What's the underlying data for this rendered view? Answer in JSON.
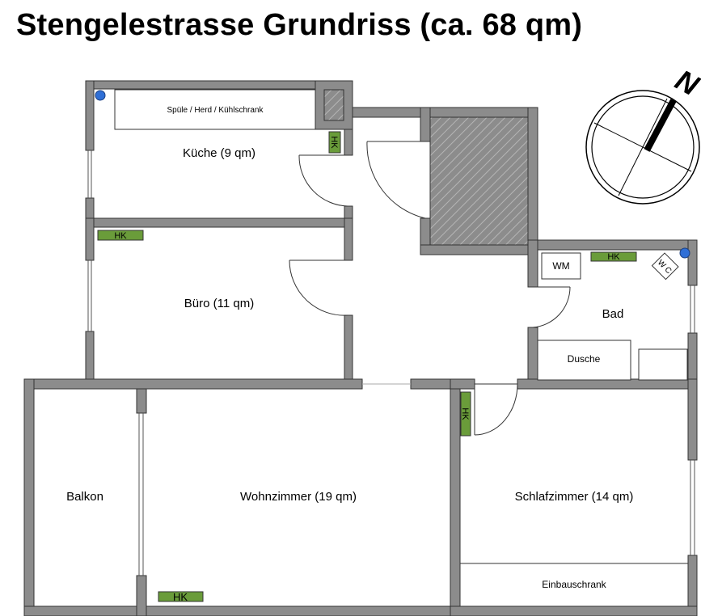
{
  "title": "Stengelestrasse Grundriss (ca. 68 qm)",
  "colors": {
    "wall": "#8c8c8c",
    "wall_outline": "#333333",
    "radiator": "#6a9c3a",
    "pipe": "#2f6fd6",
    "hatch": "#8c8c8c"
  },
  "compass": {
    "north_label": "N"
  },
  "rooms": {
    "kitchen": "Küche (9 qm)",
    "office": "Büro (11 qm)",
    "bath": "Bad",
    "balcony": "Balkon",
    "living": "Wohnzimmer (19 qm)",
    "bedroom": "Schlafzimmer (14 qm)"
  },
  "fixtures": {
    "kitchen_counter": "Spüle / Herd / Kühlschrank",
    "washer": "WM",
    "shower": "Dusche",
    "toilet": "W C",
    "wardrobe": "Einbauschrank",
    "radiator_label": "HK"
  }
}
